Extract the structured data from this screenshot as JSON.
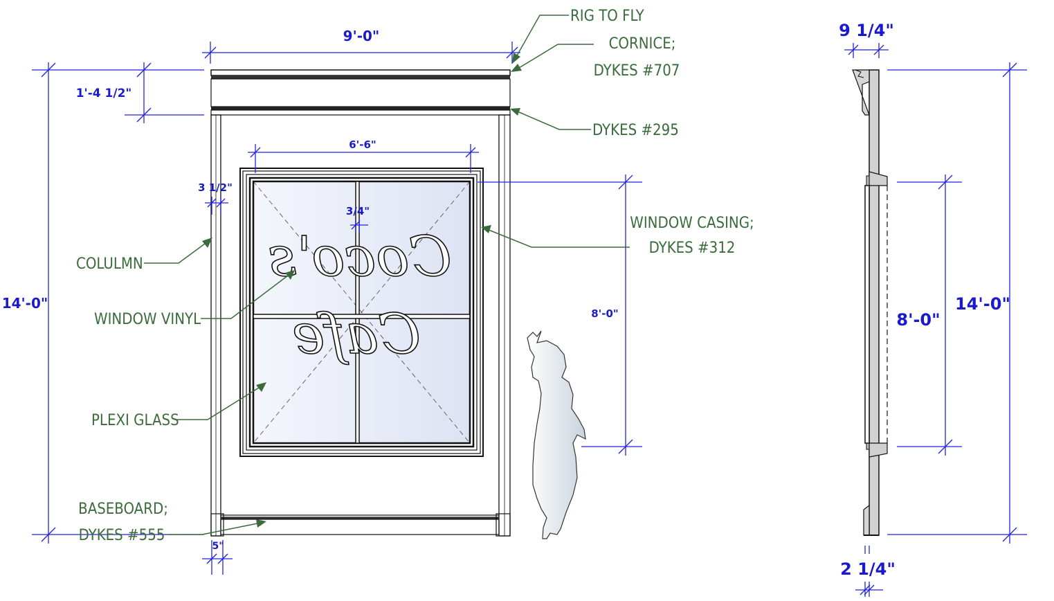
{
  "drawing": {
    "dimensions": {
      "overall_width": "9'-0\"",
      "cornice_height": "1'-4 1/2\"",
      "window_width": "6'-6\"",
      "column_width": "3 1/2\"",
      "mullion_width": "3/4\"",
      "overall_height": "14'-0\"",
      "window_height": "8'-0\"",
      "baseboard_width": "5\"",
      "side_depth": "9 1/4\"",
      "side_window_height": "8'-0\"",
      "side_overall_height": "14'-0\"",
      "side_wall_thickness": "2 1/4\""
    },
    "labels": {
      "rig": "RIG TO FLY",
      "cornice_1": "CORNICE;",
      "cornice_2": "DYKES #707",
      "molding": "DYKES #295",
      "casing_1": "WINDOW CASING;",
      "casing_2": "DYKES #312",
      "column": "COLULMN",
      "vinyl": "WINDOW VINYL",
      "glass": "PLEXI GLASS",
      "baseboard_1": "BASEBOARD;",
      "baseboard_2": "DYKES #555"
    },
    "window_text": {
      "line1": "Coco's",
      "line2": "Cafe"
    },
    "colors": {
      "dimension": "#1a1acc",
      "callout": "#3a6b3a",
      "glass": "#e6ebf7"
    }
  }
}
